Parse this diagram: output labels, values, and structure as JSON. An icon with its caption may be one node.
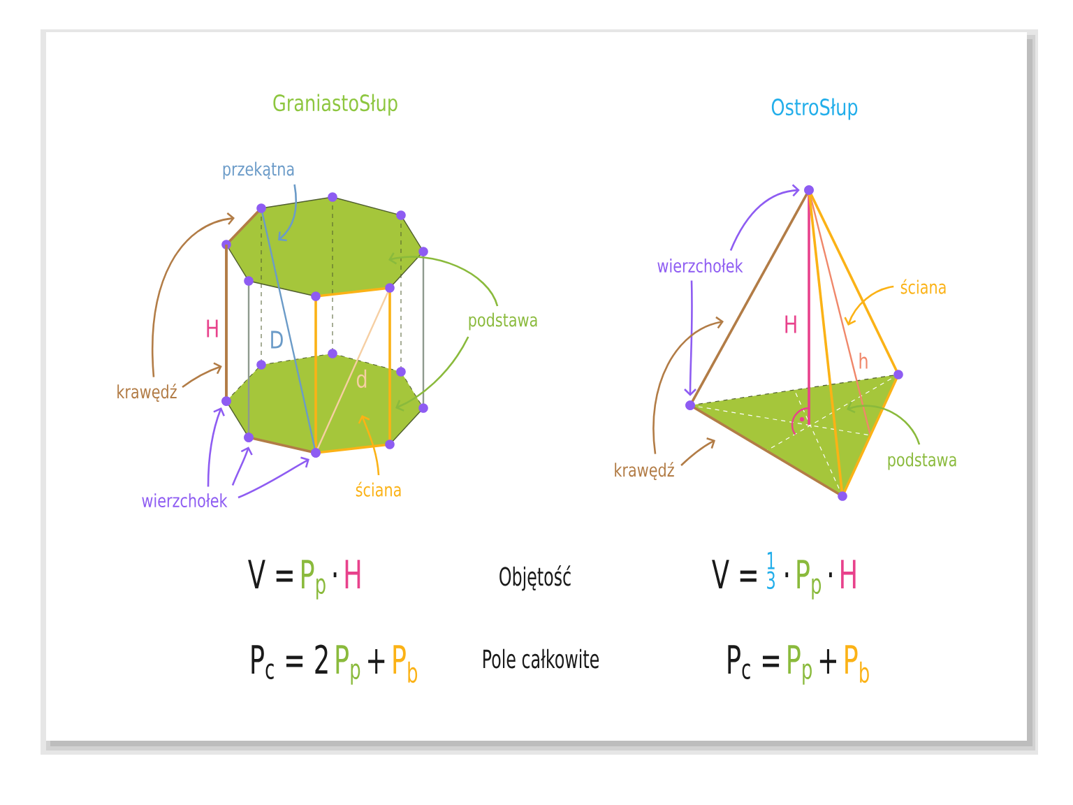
{
  "diagram": {
    "nodes": [
      {
        "text": [
          "przekątna"
        ]
      },
      {
        "text": [
          "podstawa"
        ]
      },
      {
        "text": [
          "krawędź"
        ]
      },
      {
        "text": [
          "ściana"
        ]
      },
      {
        "text": [
          "wierzchołek"
        ]
      },
      {
        "text": [
          "wierzchołek"
        ]
      },
      {
        "text": [
          "ściana"
        ]
      },
      {
        "text": [
          "podstawa"
        ]
      },
      {
        "text": [
          "krawędź"
        ]
      },
      {
        "text": [],
        "shape": "circle"
      },
      {
        "text": [],
        "shape": "circle"
      },
      {
        "text": [],
        "shape": "circle"
      },
      {
        "text": [],
        "shape": "circle"
      },
      {
        "text": [],
        "shape": "circle"
      },
      {
        "text": [],
        "shape": "bar"
      }
    ],
    "edges": [
      {
        "from": 0,
        "to": null,
        "arrow": "to",
        "color": "#6b9bc8"
      },
      {
        "from": 1,
        "to": null,
        "arrow": "to",
        "color": "#8aba3c"
      },
      {
        "from": 1,
        "to": null,
        "arrow": "to",
        "color": "#8aba3c"
      },
      {
        "from": 2,
        "to": null,
        "arrow": "to",
        "color": "#b27c46"
      },
      {
        "from": 2,
        "to": 14,
        "arrow": "to",
        "color": "#b27c46"
      },
      {
        "from": 3,
        "to": null,
        "arrow": "to",
        "color": "#fbb216"
      },
      {
        "from": 4,
        "to": 9,
        "arrow": "to"
      },
      {
        "from": 4,
        "to": 10,
        "arrow": "to"
      },
      {
        "from": 4,
        "to": 11,
        "arrow": "to"
      },
      {
        "from": 5,
        "to": 12,
        "arrow": "to"
      },
      {
        "from": 5,
        "to": 13,
        "arrow": "to"
      },
      {
        "from": 6,
        "to": null,
        "arrow": "to",
        "color": "#fbb216"
      },
      {
        "from": 7,
        "to": null,
        "arrow": "to",
        "color": "#8aba3c"
      },
      {
        "from": 8,
        "to": null,
        "arrow": "to",
        "color": "#b27c46"
      },
      {
        "from": 8,
        "to": null,
        "arrow": "to",
        "color": "#b27c46"
      }
    ],
    "labels": [
      "GraniastoSłup",
      "OstroSłup",
      "H",
      "D",
      "d",
      "H",
      "h",
      "V =",
      "P$_{p}$",
      "·",
      "H",
      "Objętość",
      "V =",
      "1",
      "3",
      "·",
      "P$_{p}$",
      "·",
      "H",
      "P$_{c}$ = 2",
      "P$_{p}$",
      "+",
      "P$_{b}$",
      "Pole całkowite",
      "P$_{c}$ =",
      "P$_{p}$",
      "+",
      "P$_{b}$"
    ]
  }
}
